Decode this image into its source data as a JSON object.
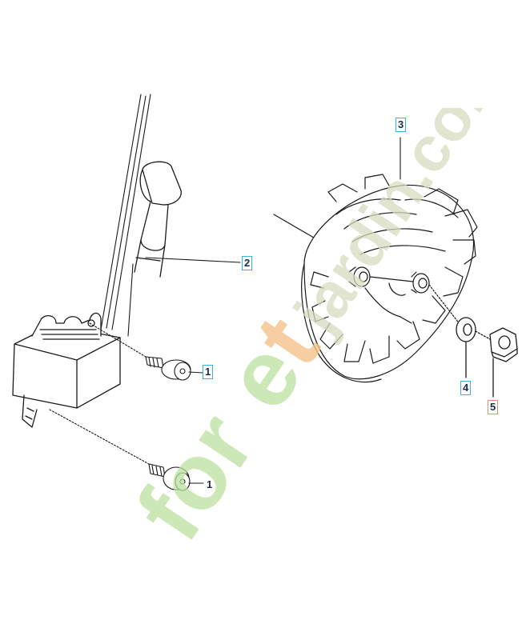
{
  "diagram": {
    "callouts": [
      {
        "id": "c1a",
        "label": "1",
        "style": "blue"
      },
      {
        "id": "c1b",
        "label": "1",
        "style": "plain"
      },
      {
        "id": "c2",
        "label": "2",
        "style": "blue"
      },
      {
        "id": "c3",
        "label": "3",
        "style": "blue"
      },
      {
        "id": "c4",
        "label": "4",
        "style": "blue"
      },
      {
        "id": "c5",
        "label": "5",
        "style": "red"
      }
    ]
  },
  "watermark": {
    "text": "foretjardin.com",
    "colors": {
      "fore": "#bde1a0",
      "t": "#f5c28a",
      "rest": "#d7dbbf"
    }
  },
  "colors": {
    "line": "#1a1a1a",
    "callout_blue": "#31b6d8",
    "callout_red": "#f08a6a"
  }
}
